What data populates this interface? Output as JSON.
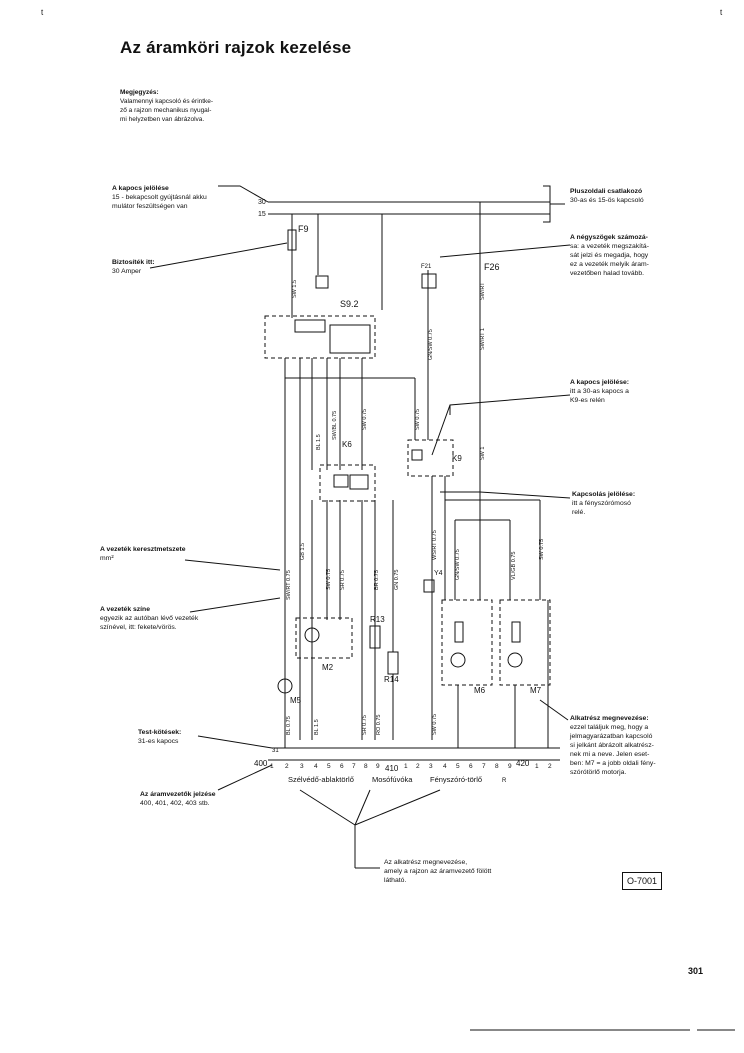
{
  "header": {
    "title": "Az áramköri rajzok kezelése",
    "top_mark_left": "t",
    "top_mark_right": "t"
  },
  "note": {
    "heading": "Megjegyzés:",
    "lines": [
      "Valamennyi kapcsoló és érintke-",
      "ző a rajzon mechanikus nyugal-",
      "mi helyzetben van ábrázolva."
    ]
  },
  "annotations_left": {
    "terminal": {
      "heading": "A kapocs jelölése",
      "lines": [
        "15 - bekapcsolt gyújtásnál akku",
        "mulátor feszültségen van"
      ]
    },
    "fuse": {
      "heading": "Biztosíték itt:",
      "lines": [
        "30 Amper"
      ]
    },
    "cross_section": {
      "heading": "A vezeték keresztmetszete",
      "lines": [
        "mm²"
      ]
    },
    "color": {
      "heading": "A vezeték színe",
      "lines": [
        "egyezik az autóban lévő vezeték",
        "színével, itt: fekete/vörös."
      ]
    },
    "ground": {
      "heading": "Test-kötések:",
      "lines": [
        "31-es kapocs"
      ]
    },
    "track": {
      "heading": "Az áramvezetők jelzése",
      "lines": [
        "400, 401, 402, 403 stb."
      ]
    }
  },
  "annotations_right": {
    "plus": {
      "heading": "Pluszoldali csatlakozó",
      "lines": [
        "30-as és 15-ös kapcsoló"
      ]
    },
    "squares": {
      "heading": "A négyszögek számozá-",
      "lines": [
        "sa: a vezeték megszakítá-",
        "sát jelzi és megadja, hogy",
        "ez a vezeték melyik áram-",
        "vezetőben halad tovább."
      ]
    },
    "k9_terminal": {
      "heading": "A kapocs jelölése:",
      "lines": [
        "itt a 30-as kapocs a",
        "K9-es relén"
      ]
    },
    "k9_connection": {
      "heading": "Kapcsolás jelölése:",
      "lines": [
        "itt a fényszórómosó",
        "relé."
      ]
    },
    "component_name": {
      "heading": "Alkatrész megnevezése:",
      "lines": [
        "ezzel találjuk meg, hogy a",
        "jelmagyarázatban kapcsoló",
        "si jelkánt ábrázolt alkatrész-",
        "nek mi a neve. Jelen eset-",
        "ben: M7 = a jobb oldali fény-",
        "szórótörlő motorja."
      ]
    }
  },
  "bottom_note": {
    "lines": [
      "Az alkatrész megnevezése,",
      "amely a rajzon az áramvezető fölött",
      "látható."
    ]
  },
  "diagram": {
    "rail_30": "30",
    "rail_15": "15",
    "fuse": "F9",
    "fuse_f26": "F26",
    "fuse_f21": "F21",
    "relay_s92": "S9.2",
    "relay_k6": "K6",
    "relay_k9": "K9",
    "r13": "R13",
    "r14": "R14",
    "m2": "M2",
    "m5": "M5",
    "m6": "M6",
    "m7": "M7",
    "y4": "Y4",
    "ground_31": "31",
    "track_start": "400",
    "track_mid": "410",
    "track_end": "420",
    "wire_sw15": "SW 1.5",
    "wire_gn075": "GN 0.75",
    "wire_sw075": "SW 0.75",
    "wire_sr075": "SR 0.75",
    "wire_br075": "BR 0.75",
    "wire_sbl075": "SW/BL 0.75",
    "wire_swrt075": "SW/RT 0.75",
    "wire_gnsw075": "GN/SW 0.75",
    "wire_ws075": "WS/RT 0.75",
    "wire_bl15": "BL 1.5",
    "wire_bl075": "BL 0.75",
    "wire_gb15": "GB 1.5",
    "wire_swrt": "SW/RT",
    "wire_swrt1": "SW/RT 1",
    "wire_sw1": "SW 1",
    "wire_ro075": "RO 0.75",
    "wire_vl075": "VL/GB 0.75",
    "cat_wiper": "Szélvédő-ablaktörlő",
    "cat_washer": "Mosófúvóka",
    "cat_headlamp": "Fényszóró-törlő",
    "cat_r": "R",
    "track_digits_a": [
      "1",
      "2",
      "3",
      "4",
      "5",
      "6",
      "7",
      "8",
      "9"
    ],
    "track_digits_b": [
      "1",
      "2",
      "3",
      "4",
      "5",
      "6",
      "7",
      "8",
      "9"
    ],
    "track_digits_c": [
      "1",
      "2"
    ]
  },
  "footer": {
    "code": "O-7001",
    "page": "301"
  }
}
